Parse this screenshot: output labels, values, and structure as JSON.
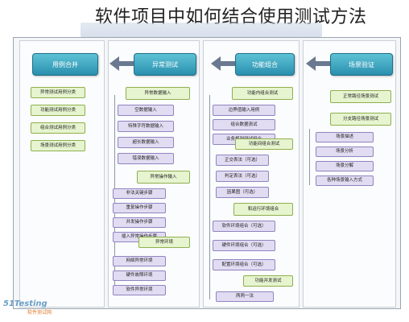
{
  "title": "软件项目中如何结合使用测试方法",
  "columns": [
    {
      "header": "用例合并"
    },
    {
      "header": "异常测试"
    },
    {
      "header": "功能组合"
    },
    {
      "header": "场景验证"
    }
  ],
  "col1_items": [
    "异常测试用例分类",
    "功能测试用例分类",
    "组合测试用例分类",
    "场景测试用例分类"
  ],
  "col2_groups": [
    {
      "label": "异常数据输入",
      "items": [
        "空数据输入",
        "特殊字符数据输入",
        "超长数据输入",
        "错误数据输入"
      ]
    },
    {
      "label": "异常操作输入",
      "items": [
        "非法关键步骤",
        "重复操作步骤",
        "并发操作步骤",
        "插入异常操作步骤"
      ]
    },
    {
      "label": "异常环境",
      "items": [
        "网络异常环境",
        "硬件故障环境",
        "软件异常环境"
      ]
    }
  ],
  "col3_groups": [
    {
      "label": "功能内组合测试",
      "items": [
        "边界值输入用例",
        "组合数据测试",
        "业务规则测试组合"
      ]
    },
    {
      "label": "功能间组合测试",
      "items": [
        "正交表法（可选）",
        "判定表法（可选）",
        "因果图（可选）"
      ]
    },
    {
      "label": "和运行环境组合",
      "items": [
        "软件环境组合（可选）",
        "硬件环境组合（可选）",
        "配置环境组合（可选）"
      ]
    },
    {
      "label": "功能并发测试",
      "items": [
        "两两一法"
      ]
    }
  ],
  "col4_items": [
    {
      "text": "正常路径场景测试",
      "kind": "g"
    },
    {
      "text": "分支路径场景测试",
      "kind": "g"
    },
    {
      "text": "场景描述",
      "kind": "p"
    },
    {
      "text": "场景分析",
      "kind": "p"
    },
    {
      "text": "场景分解",
      "kind": "p"
    },
    {
      "text": "各种场景输入方式",
      "kind": "p"
    }
  ],
  "watermark": {
    "brand": "51Testing",
    "sub": "软件测试网"
  }
}
